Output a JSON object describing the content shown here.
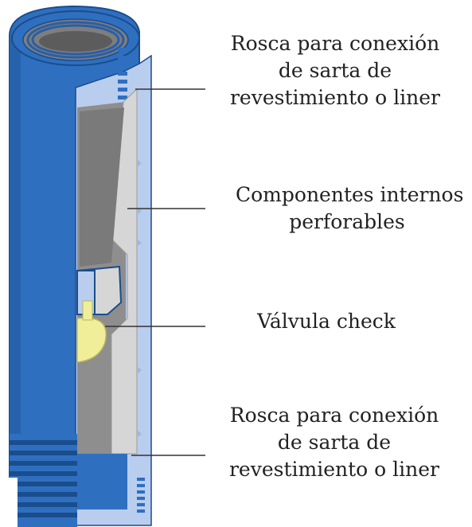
{
  "labels": {
    "top_thread": {
      "line1": "Rosca para conexión",
      "line2": "de sarta de",
      "line3": "revestimiento o liner"
    },
    "internal_components": {
      "line1": "Componentes internos",
      "line2": "perforables"
    },
    "check_valve": {
      "line1": "Válvula check"
    },
    "bottom_thread": {
      "line1": "Rosca para conexión",
      "line2": "de sarta de",
      "line3": "revestimiento o liner"
    }
  },
  "colors": {
    "casing_blue": "#2f6fc0",
    "casing_dark": "#1a4d8c",
    "wall_light_blue": "#b9cdee",
    "inner_gray": "#8e8e8e",
    "internals_light_gray": "#d6d6d6",
    "valve_yellow": "#f1ee9a",
    "leader_line": "#333333"
  }
}
